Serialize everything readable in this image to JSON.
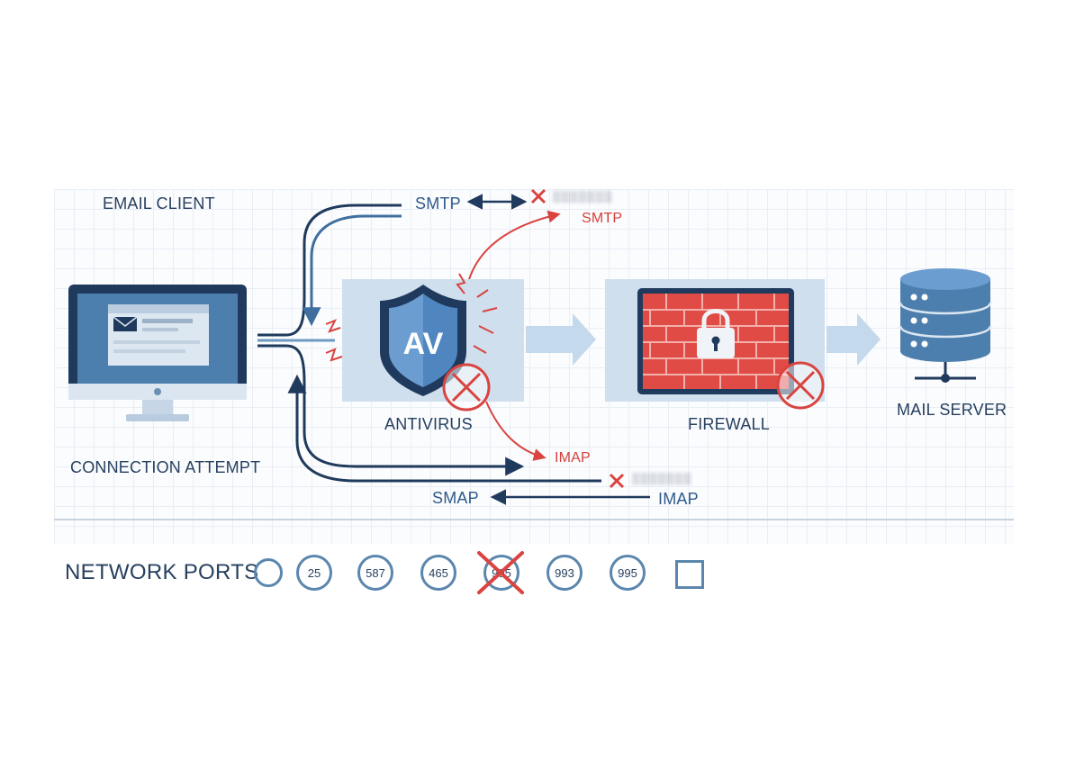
{
  "labels": {
    "email_client": "EMAIL CLIENT",
    "connection_attempt": "CONNECTION ATTEMPT",
    "antivirus": "ANTIVIRUS",
    "firewall": "FIREWALL",
    "mail_server": "MAIL SERVER",
    "av_text": "AV"
  },
  "flows": {
    "smtp_top": "SMTP",
    "smtp_blocked": "SMTP",
    "imap_blocked": "IMAP",
    "smap": "SMAP",
    "imap_return": "IMAP"
  },
  "network_ports": {
    "title": "NETWORK PORTS",
    "ports": [
      {
        "label": "25",
        "blocked": false
      },
      {
        "label": "587",
        "blocked": false
      },
      {
        "label": "465",
        "blocked": false
      },
      {
        "label": "995",
        "blocked": true
      },
      {
        "label": "993",
        "blocked": false
      },
      {
        "label": "995",
        "blocked": false
      }
    ]
  },
  "colors": {
    "navy": "#1f3a5c",
    "blue": "#3f6f9e",
    "light_blue": "#c4d9ec",
    "red": "#d94440",
    "brick": "#e04b45"
  }
}
